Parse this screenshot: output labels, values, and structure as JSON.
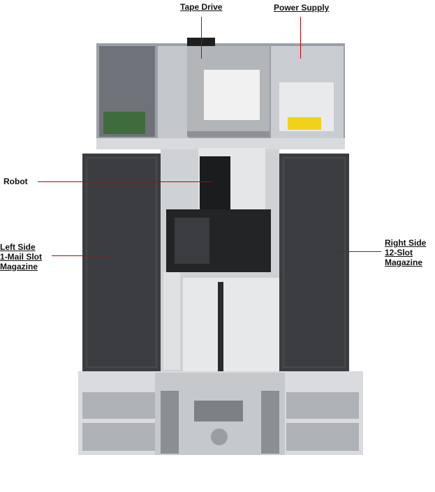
{
  "labels": {
    "tape_drive": "Tape Drive",
    "power_supply": "Power Supply",
    "robot": "Robot",
    "left_side_line1": "Left Side",
    "left_side_line2": "1-Mail Slot",
    "left_side_line3": "Magazine",
    "right_side_line1": "Right Side",
    "right_side_line2": "12-Slot",
    "right_side_line3": "Magazine"
  },
  "colors": {
    "leader_line": "#c00000",
    "chassis_gray": "#b8bcc0",
    "magazine_dark": "#3b3d40",
    "robot_light": "#e4e6e8"
  }
}
